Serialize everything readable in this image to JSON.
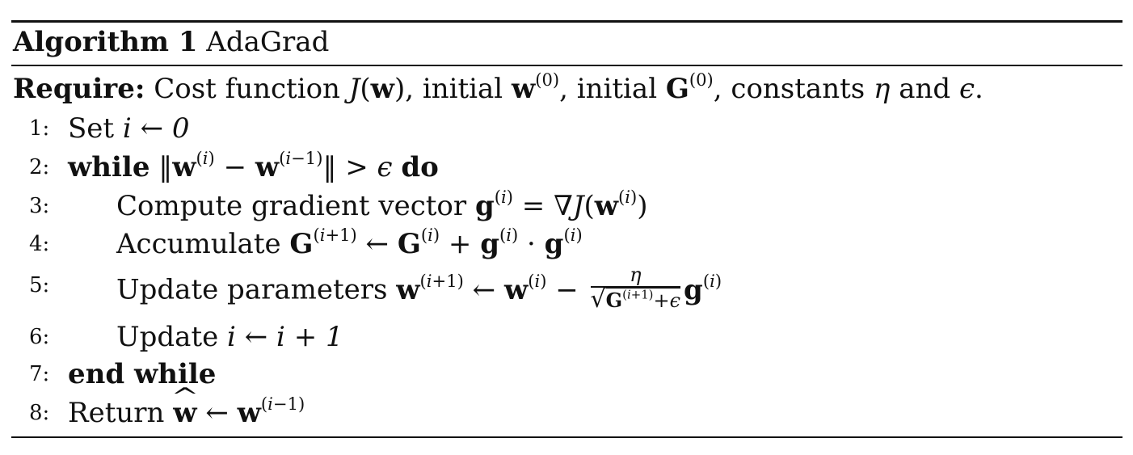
{
  "algorithm": {
    "label": "Algorithm 1",
    "name": "AdaGrad"
  },
  "require": {
    "label": "Require:",
    "t1": "Cost function ",
    "J": "J",
    "lp": "(",
    "w": "w",
    "rp": "),",
    "t2": " initial ",
    "w0": "w",
    "sup0a": "(0)",
    "t3": ", initial ",
    "G0": "G",
    "sup0b": "(0)",
    "t4": ", constants ",
    "eta": "η",
    "t5": " and ",
    "eps": "ϵ",
    "t6": "."
  },
  "lines": [
    {
      "num": "1:",
      "text": "Set ",
      "math": "i ← 0"
    },
    {
      "num": "2:",
      "kw": "while",
      "kw2": "do"
    },
    {
      "num": "3:",
      "text": "Compute gradient vector "
    },
    {
      "num": "4:",
      "text": "Accumulate "
    },
    {
      "num": "5:",
      "text": "Update parameters "
    },
    {
      "num": "6:",
      "text": "Update ",
      "math": "i ← i + 1"
    },
    {
      "num": "7:",
      "kw": "end while"
    },
    {
      "num": "8:",
      "text": "Return "
    }
  ]
}
